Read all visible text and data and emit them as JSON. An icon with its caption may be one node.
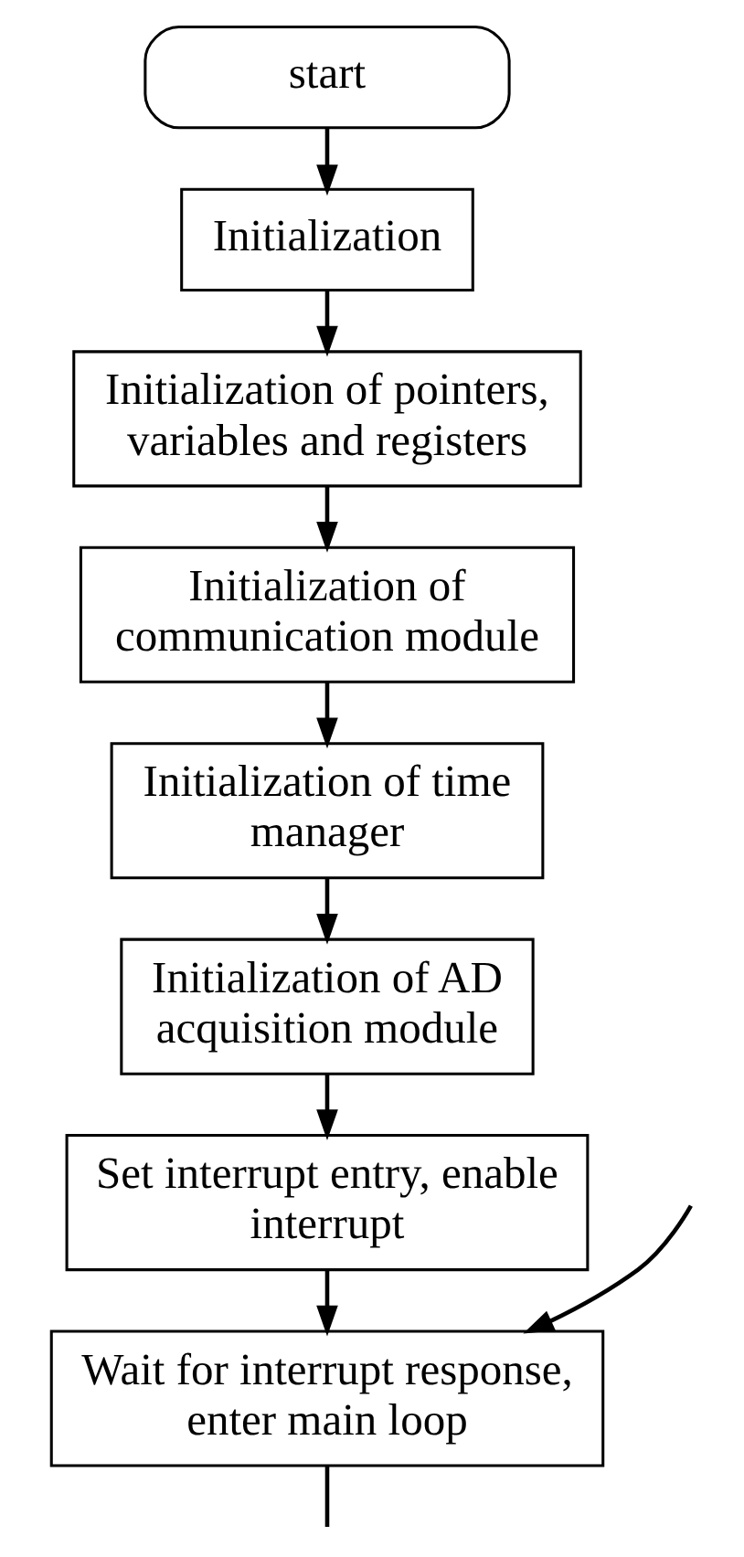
{
  "diagram": {
    "nodes": [
      {
        "text": [
          "start"
        ]
      },
      {
        "text": [
          "Initialization"
        ]
      },
      {
        "text": [
          "Initialization of pointers, variables and registers"
        ]
      },
      {
        "text": [
          "Initialization of communication module"
        ]
      },
      {
        "text": [
          "Initialization of time manager"
        ]
      },
      {
        "text": [
          "Initialization of AD acquisition module"
        ]
      },
      {
        "text": [
          "Set interrupt entry, enable interrupt"
        ]
      },
      {
        "text": [
          "Wait for interrupt response, enter main loop"
        ]
      }
    ],
    "edges": [
      {
        "from": 0,
        "to": 1,
        "arrow": "to"
      },
      {
        "from": 1,
        "to": 2,
        "arrow": "to"
      },
      {
        "from": 2,
        "to": 3,
        "arrow": "to"
      },
      {
        "from": 3,
        "to": 4,
        "arrow": "to"
      },
      {
        "from": 4,
        "to": 5,
        "arrow": "to"
      },
      {
        "from": 5,
        "to": 6,
        "arrow": "to"
      },
      {
        "from": 6,
        "to": 7,
        "arrow": "to"
      },
      {
        "from": null,
        "to": 7,
        "arrow": "to"
      },
      {
        "from": 7,
        "to": null,
        "arrow": "none"
      }
    ]
  }
}
